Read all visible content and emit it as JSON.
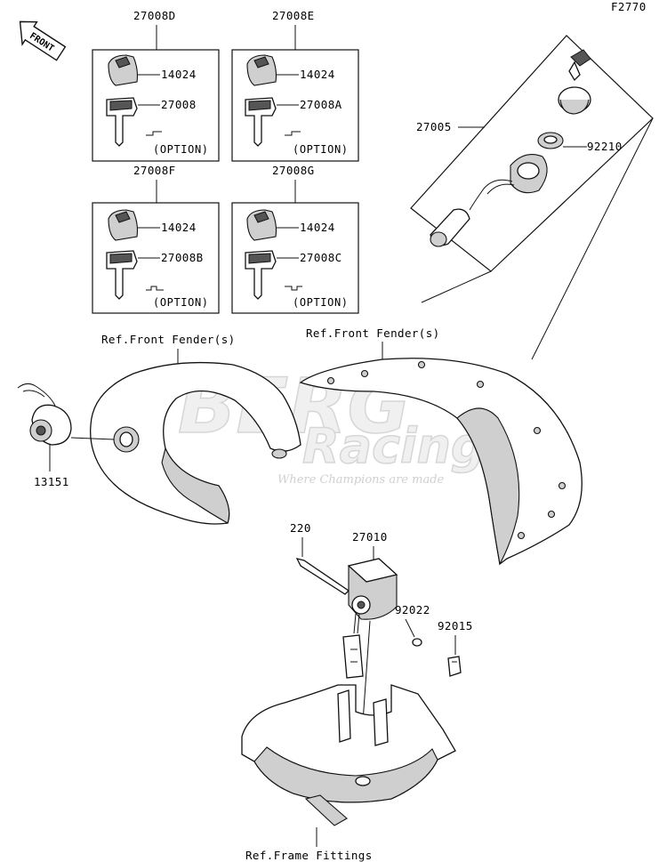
{
  "diagram_code": "F2770",
  "direction_label": "FRONT",
  "watermark": {
    "line1": "BERG",
    "line2": "Racing",
    "tagline": "Where Champions are made"
  },
  "key_sets": [
    {
      "set_number": "27008D",
      "head_number": "14024",
      "key_number": "27008",
      "option_label": "(OPTION)"
    },
    {
      "set_number": "27008E",
      "head_number": "14024",
      "key_number": "27008A",
      "option_label": "(OPTION)"
    },
    {
      "set_number": "27008F",
      "head_number": "14024",
      "key_number": "27008B",
      "option_label": "(OPTION)"
    },
    {
      "set_number": "27008G",
      "head_number": "14024",
      "key_number": "27008C",
      "option_label": "(OPTION)"
    }
  ],
  "ignition_group": {
    "assembly_number": "27005",
    "nut_number": "92210"
  },
  "parts": {
    "socket": "13151",
    "bolt": "220",
    "switch": "27010",
    "washer": "92022",
    "clip": "92015"
  },
  "references": {
    "front_fender_left": "Ref.Front Fender(s)",
    "front_fender_right": "Ref.Front Fender(s)",
    "frame_fittings": "Ref.Frame Fittings"
  }
}
